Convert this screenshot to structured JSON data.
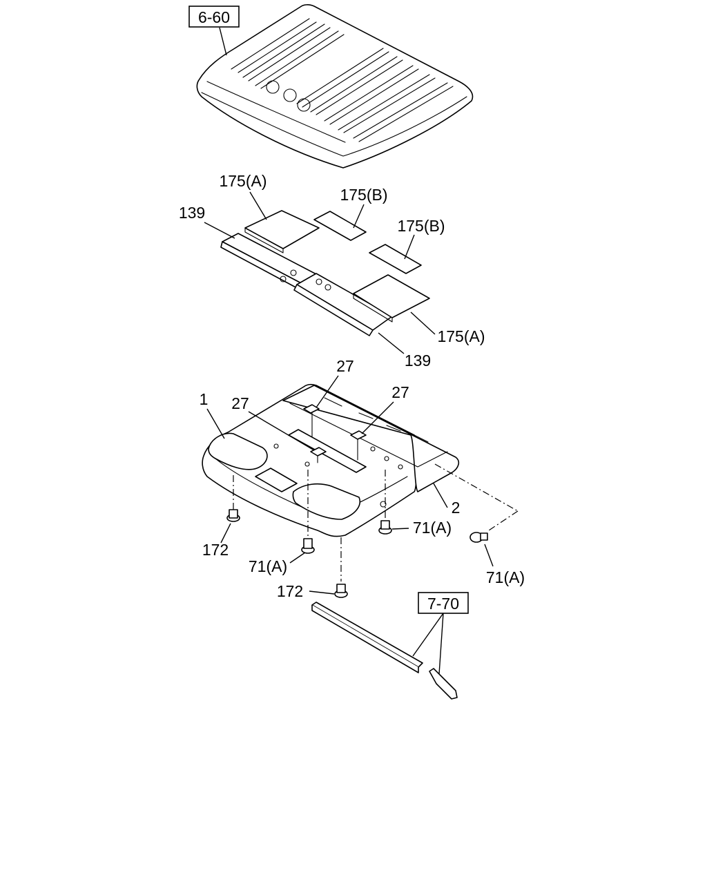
{
  "references": {
    "roof_ref": "6-60",
    "rail_ref": "7-70"
  },
  "callouts": {
    "pad_a_upper": "175(A)",
    "pad_b_upper": "175(B)",
    "pad_b_right": "175(B)",
    "insulator_upper": "139",
    "pad_a_lower": "175(A)",
    "insulator_lower": "139",
    "clip_top": "27",
    "clip_right": "27",
    "clip_left": "27",
    "headlining": "1",
    "headlining_rear": "2",
    "clip_71a_right": "71(A)",
    "clip_71a_far": "71(A)",
    "clip_71a_left": "71(A)",
    "screw_172_left": "172",
    "screw_172_bottom": "172"
  }
}
